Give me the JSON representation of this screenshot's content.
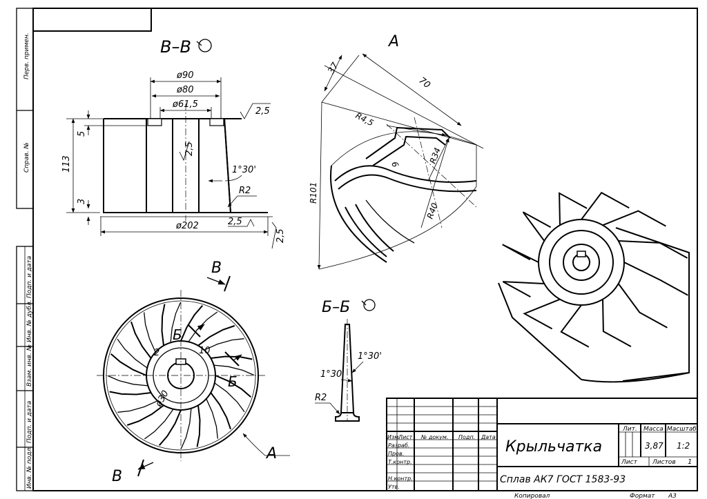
{
  "side_labels": [
    "Перв. примен.",
    "Справ. №",
    "Подп. и дата",
    "Инв. № дубл.",
    "Взам. инв. №",
    "Подп. и дата",
    "Инв. № подл."
  ],
  "section_bb": {
    "title": "В–В",
    "dims": {
      "d90": "ø90",
      "d80": "ø80",
      "d61": "ø61,5",
      "d202": "ø202",
      "h113": "113",
      "h5": "5",
      "h3": "3",
      "s25": "2,5",
      "ang": "1°30'",
      "r2": "R2"
    }
  },
  "view_a": {
    "title": "А",
    "dims": {
      "d37": "37",
      "d70": "70",
      "r45": "R4,5",
      "r34": "R34",
      "r40": "R40",
      "r101": "R101",
      "d6": "6"
    }
  },
  "front_view": {
    "cut_v": "В",
    "cut_b": "Б",
    "view_a_label": "А",
    "dims": {
      "d10": "10",
      "d30": "ø30",
      "d2": "2"
    }
  },
  "section_b": {
    "title": "Б–Б",
    "dims": {
      "a1": "1°30'",
      "a2": "1°30'",
      "r2": "R2"
    }
  },
  "roughness_corner": "2,5",
  "title_block": {
    "name": "Крыльчатка",
    "material": "Сплав АК7 ГОСТ 1583-93",
    "headers": {
      "izm": "Изм.",
      "list": "Лист",
      "doc": "№ докум.",
      "sign": "Подп.",
      "date": "Дата"
    },
    "roles": {
      "dev": "Разраб.",
      "check": "Пров.",
      "tcontrol": "Т.контр.",
      "ncontrol": "Н.контр.",
      "approve": "Утв."
    },
    "lit": "Лит.",
    "mass_label": "Масса",
    "scale_label": "Масштаб",
    "mass": "3,87",
    "scale": "1:2",
    "sheet_label": "Лист",
    "sheets_label": "Листов",
    "sheets": "1"
  },
  "footer": {
    "copied": "Копировал",
    "format_label": "Формат",
    "format": "А3"
  }
}
